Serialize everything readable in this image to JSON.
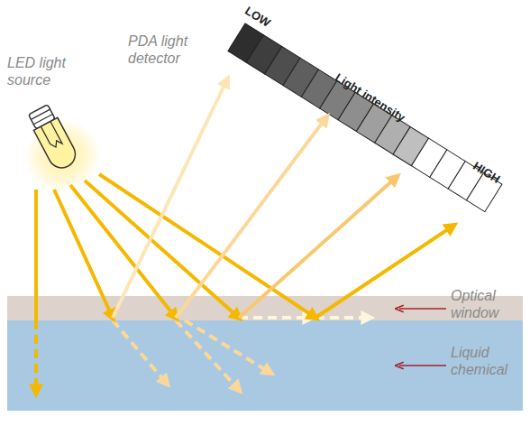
{
  "diagram": {
    "labels": [
      "LED light source",
      "PDA light detector",
      "LOW",
      "Light intensity",
      "HIGH",
      "Optical window",
      "Liquid chemical"
    ]
  }
}
